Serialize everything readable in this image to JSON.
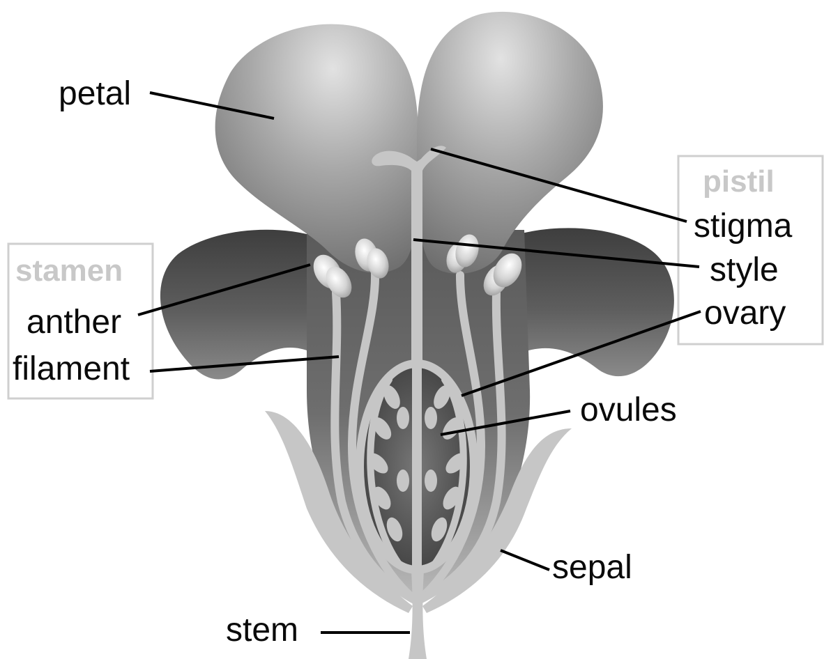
{
  "labels": {
    "petal": "petal",
    "stamen": "stamen",
    "anther": "anther",
    "filament": "filament",
    "pistil": "pistil",
    "stigma": "stigma",
    "style": "style",
    "ovary": "ovary",
    "ovules": "ovules",
    "sepal": "sepal",
    "stem": "stem"
  },
  "colors": {
    "petal_light": "#dcdcdc",
    "petal_mid": "#9a9a9a",
    "petal_dark": "#4a4a4a",
    "structure": "#c6c6c6",
    "group_label": "#c8c8c8",
    "label_text": "#0a0a0a"
  }
}
